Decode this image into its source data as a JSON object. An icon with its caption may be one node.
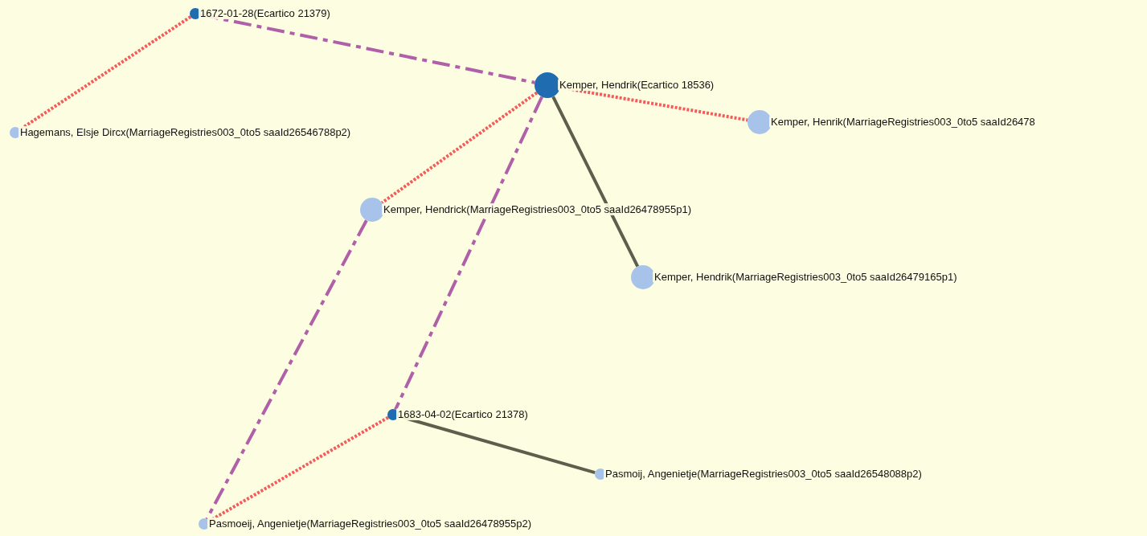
{
  "diagram": {
    "nodes": [
      {
        "text": [],
        "shape": "circle",
        "beside": [
          "1672-01-28(Ecartico 21379)"
        ]
      },
      {
        "text": [],
        "shape": "circle",
        "beside": [
          "Hagemans, Elsje Dircx(MarriageRegistries003_0to5 saaId26546788p2)"
        ]
      },
      {
        "text": [],
        "shape": "circle",
        "beside": [
          "Kemper, Hendrik(Ecartico 18536)"
        ]
      },
      {
        "text": [],
        "shape": "circle",
        "beside": [
          "Kemper, Henrik(MarriageRegistries003_0to5 saaId26478"
        ]
      },
      {
        "text": [],
        "shape": "circle",
        "beside": [
          "Kemper, Hendrick(MarriageRegistries003_0to5 saaId26478955p1)"
        ]
      },
      {
        "text": [],
        "shape": "circle",
        "beside": [
          "Kemper, Hendrik(MarriageRegistries003_0to5 saaId26479165p1)"
        ]
      },
      {
        "text": [],
        "shape": "circle",
        "beside": [
          "1683-04-02(Ecartico 21378)"
        ]
      },
      {
        "text": [],
        "shape": "circle",
        "beside": [
          "Pasmoij, Angenietje(MarriageRegistries003_0to5 saaId26548088p2)"
        ]
      },
      {
        "text": [],
        "shape": "circle",
        "beside": [
          "Pasmoeij, Angenietje(MarriageRegistries003_0to5 saaId26478955p2)"
        ]
      }
    ],
    "edges": [
      {
        "from": 0,
        "to": 1,
        "arrow": "none",
        "style": "dashed"
      },
      {
        "from": 0,
        "to": 2,
        "arrow": "none",
        "style": "dashed",
        "color": "#b060a8"
      },
      {
        "from": 2,
        "to": 3,
        "arrow": "none",
        "style": "dashed"
      },
      {
        "from": 2,
        "to": 4,
        "arrow": "none",
        "style": "dashed"
      },
      {
        "from": 2,
        "to": 5,
        "arrow": "none",
        "color": "#5e5e4c"
      },
      {
        "from": 2,
        "to": 6,
        "arrow": "none",
        "style": "dashed",
        "color": "#b060a8"
      },
      {
        "from": 4,
        "to": 8,
        "arrow": "none",
        "style": "dashed",
        "color": "#b060a8"
      },
      {
        "from": 6,
        "to": 8,
        "arrow": "none",
        "style": "dashed"
      },
      {
        "from": 6,
        "to": 7,
        "arrow": "none",
        "color": "#5e5e4c"
      }
    ]
  }
}
